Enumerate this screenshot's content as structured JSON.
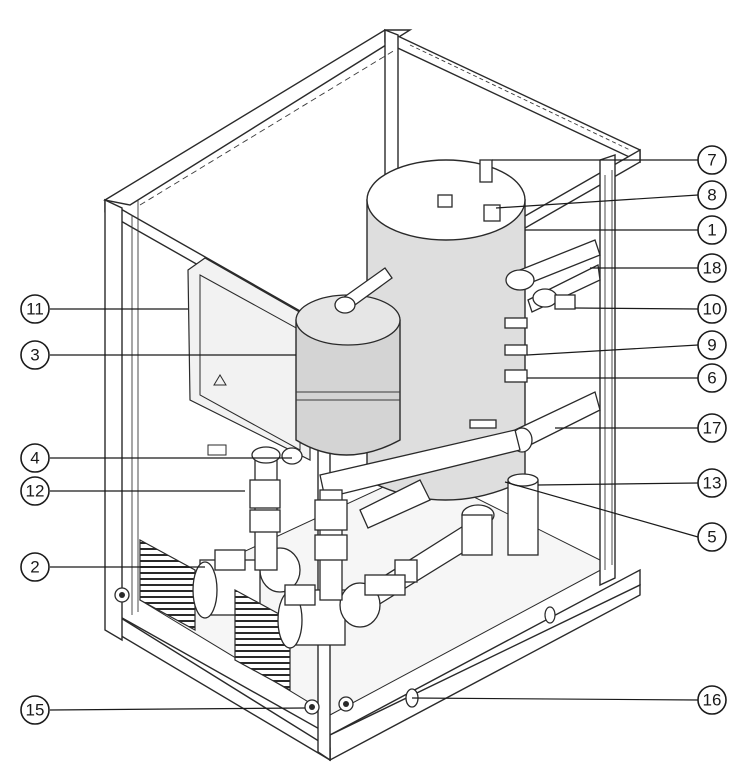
{
  "callouts": [
    {
      "id": "c7",
      "label": "7"
    },
    {
      "id": "c8",
      "label": "8"
    },
    {
      "id": "c1",
      "label": "1"
    },
    {
      "id": "c18",
      "label": "18"
    },
    {
      "id": "c10",
      "label": "10"
    },
    {
      "id": "c9",
      "label": "9"
    },
    {
      "id": "c6",
      "label": "6"
    },
    {
      "id": "c17",
      "label": "17"
    },
    {
      "id": "c13",
      "label": "13"
    },
    {
      "id": "c5",
      "label": "5"
    },
    {
      "id": "c16",
      "label": "16"
    },
    {
      "id": "c11",
      "label": "11"
    },
    {
      "id": "c3",
      "label": "3"
    },
    {
      "id": "c4",
      "label": "4"
    },
    {
      "id": "c12",
      "label": "12"
    },
    {
      "id": "c2",
      "label": "2"
    },
    {
      "id": "c15",
      "label": "15"
    }
  ]
}
